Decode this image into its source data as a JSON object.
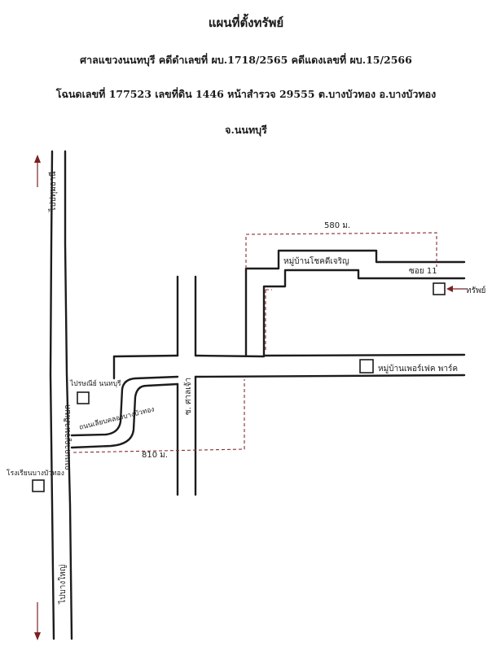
{
  "header": {
    "title": "แผนที่ตั้งทรัพย์",
    "court_line": "ศาลแขวงนนทบุรี คดีดำเลขที่ ผบ.1718/2565 คดีแดงเลขที่ ผบ.15/2566",
    "deed_line": "โฉนดเลขที่ 177523 เลขที่ดิน 1446 หน้าสำรวจ 29555  ต.บางบัวทอง  อ.บางบัวทอง",
    "province_line": "จ.นนทบุรี"
  },
  "map": {
    "labels": {
      "to_north": "ไปปทุมธานี",
      "to_south": "ไปบางใหญ่",
      "main_road": "ถนนกาญจนาภิเษก",
      "side_road": "ถนนเลียบคลองบางบัวทอง",
      "shop": "ไปรษณีย์ นนทบุรี",
      "hospital_left": "โรงเรียนบางบัวทอง",
      "soi": "ซอย 11",
      "vertical_road": "ซ. ศาลเจ้า",
      "village_top": "หมู่บ้านโชคดีเจริญ",
      "village_bottom": "หมู่บ้านเพอร์เฟค พาร์ค",
      "property": "ทรัพย์",
      "dist_top": "580 ม.",
      "dist_bottom": "810 ม."
    },
    "icons": {
      "property_marker": "square-box",
      "direction_arrow": "arrow"
    }
  }
}
